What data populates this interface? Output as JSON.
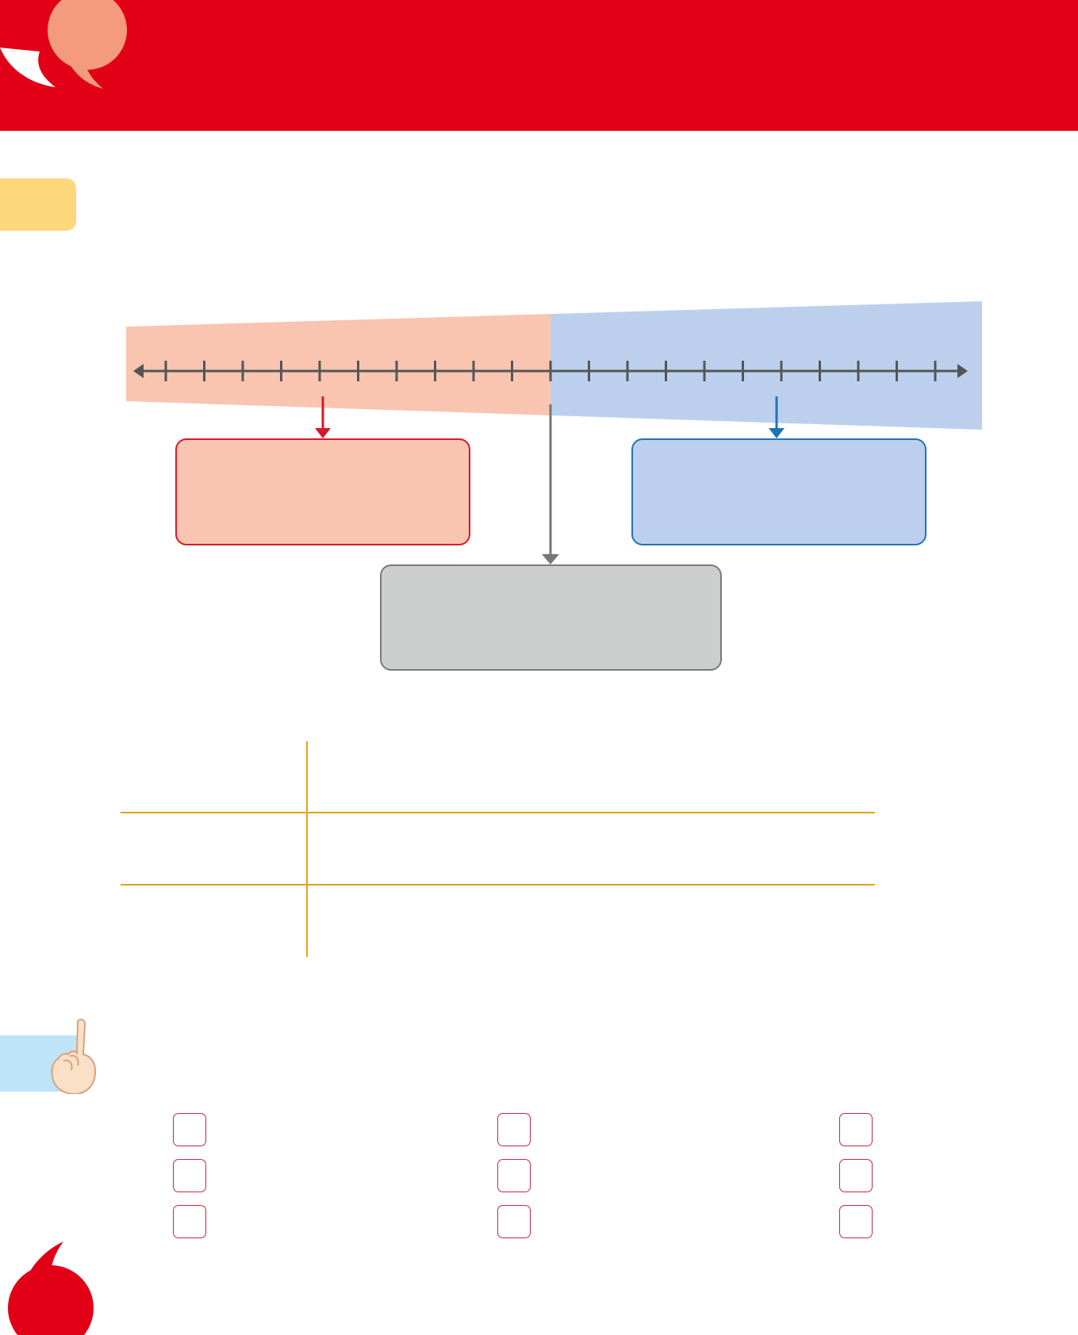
{
  "page": {
    "title": "",
    "colors": {
      "brand_red": "#e10016",
      "quote_salmon": "#f49b7d",
      "yellow_tab": "#fed77a",
      "blue_tab": "#bfe3f8",
      "left_wedge": "#f9c5b0",
      "right_wedge": "#bcd0ee",
      "center_box": "#cccdcd",
      "grid_line": "#e4a11b",
      "checkbox_border": "#c8283b"
    }
  },
  "header": {
    "icon": "quotation-mark-icon"
  },
  "timeline": {
    "tick_count": 21,
    "has_arrows_both_ends": true,
    "boxes": {
      "left": {
        "label": ""
      },
      "center": {
        "label": ""
      },
      "right": {
        "label": ""
      }
    }
  },
  "grid": {
    "rows": 3,
    "columns": 2,
    "cells": [
      [
        "",
        ""
      ],
      [
        "",
        ""
      ],
      [
        "",
        ""
      ]
    ]
  },
  "exercise": {
    "icon": "pointing-hand-icon",
    "options": [
      {
        "label": "",
        "checked": false
      },
      {
        "label": "",
        "checked": false
      },
      {
        "label": "",
        "checked": false
      },
      {
        "label": "",
        "checked": false
      },
      {
        "label": "",
        "checked": false
      },
      {
        "label": "",
        "checked": false
      },
      {
        "label": "",
        "checked": false
      },
      {
        "label": "",
        "checked": false
      },
      {
        "label": "",
        "checked": false
      }
    ]
  },
  "footer": {
    "icon": "quotation-mark-icon"
  }
}
